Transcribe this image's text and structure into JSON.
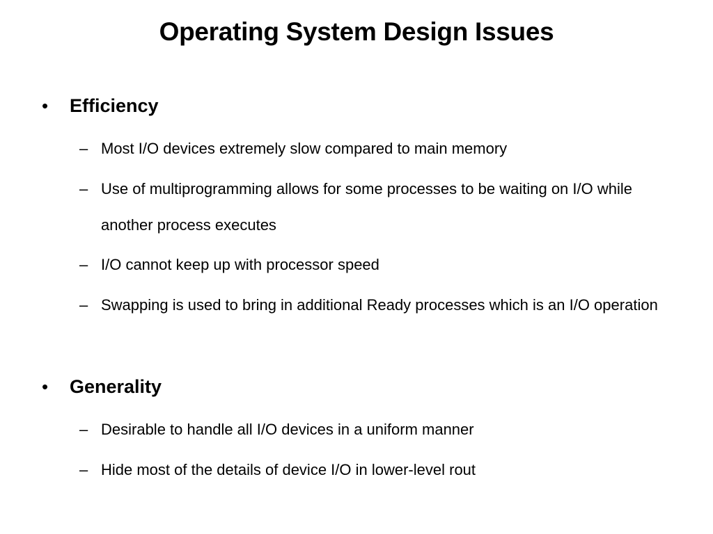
{
  "slide": {
    "title": "Operating System Design Issues",
    "sections": [
      {
        "heading": "Efficiency",
        "items": [
          "Most I/O devices extremely slow compared to main memory",
          "Use of multiprogramming allows for some processes to be waiting on I/O while another process executes",
          "I/O cannot keep up with processor speed",
          "Swapping is used to bring in additional Ready processes which is an I/O operation"
        ]
      },
      {
        "heading": "Generality",
        "items": [
          "Desirable to handle all I/O devices in a uniform manner",
          "Hide most of the details of device I/O in lower-level rout"
        ]
      }
    ],
    "bullet_glyph": "•",
    "sub_bullet_glyph": "–"
  }
}
